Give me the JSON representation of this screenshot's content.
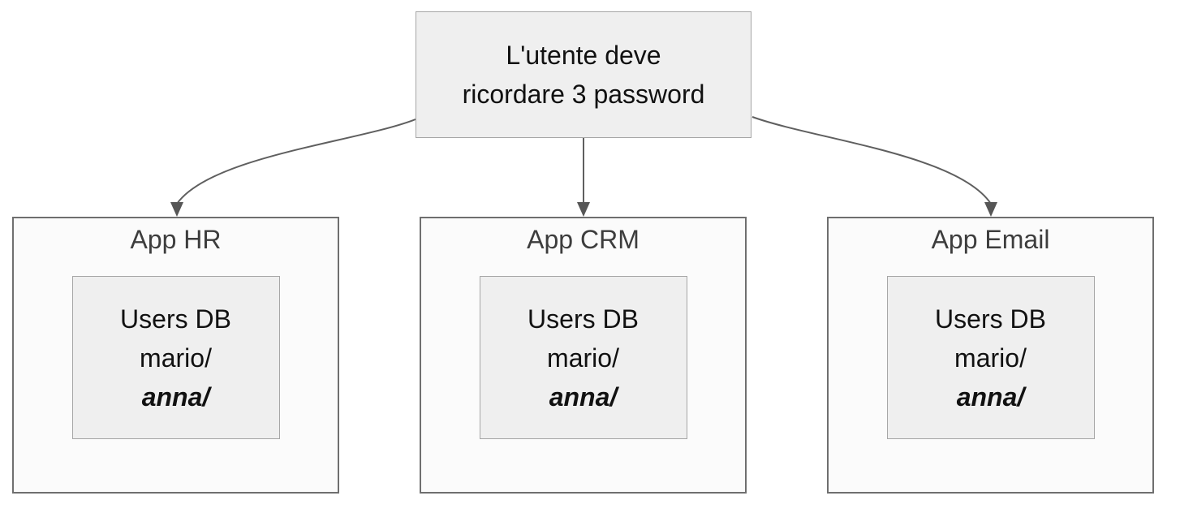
{
  "diagram": {
    "root_node": {
      "line1": "L'utente deve",
      "line2": "ricordare 3 password"
    },
    "apps": [
      {
        "title": "App HR",
        "db": {
          "line1": "Users DB",
          "line2": "mario/",
          "line3": "anna/"
        }
      },
      {
        "title": "App CRM",
        "db": {
          "line1": "Users DB",
          "line2": "mario/",
          "line3": "anna/"
        }
      },
      {
        "title": "App Email",
        "db": {
          "line1": "Users DB",
          "line2": "mario/",
          "line3": "anna/"
        }
      }
    ],
    "colors": {
      "background": "#ffffff",
      "root_node_fill": "#efefef",
      "root_node_border": "#a6a6a6",
      "app_node_fill": "#fbfbfb",
      "app_node_border": "#6f6f6f",
      "db_box_fill": "#efefef",
      "db_box_border": "#a6a6a6",
      "arrow": "#5f5f5f",
      "arrowhead": "#565656",
      "title_text": "#3d3d3d",
      "body_text": "#111111"
    }
  }
}
